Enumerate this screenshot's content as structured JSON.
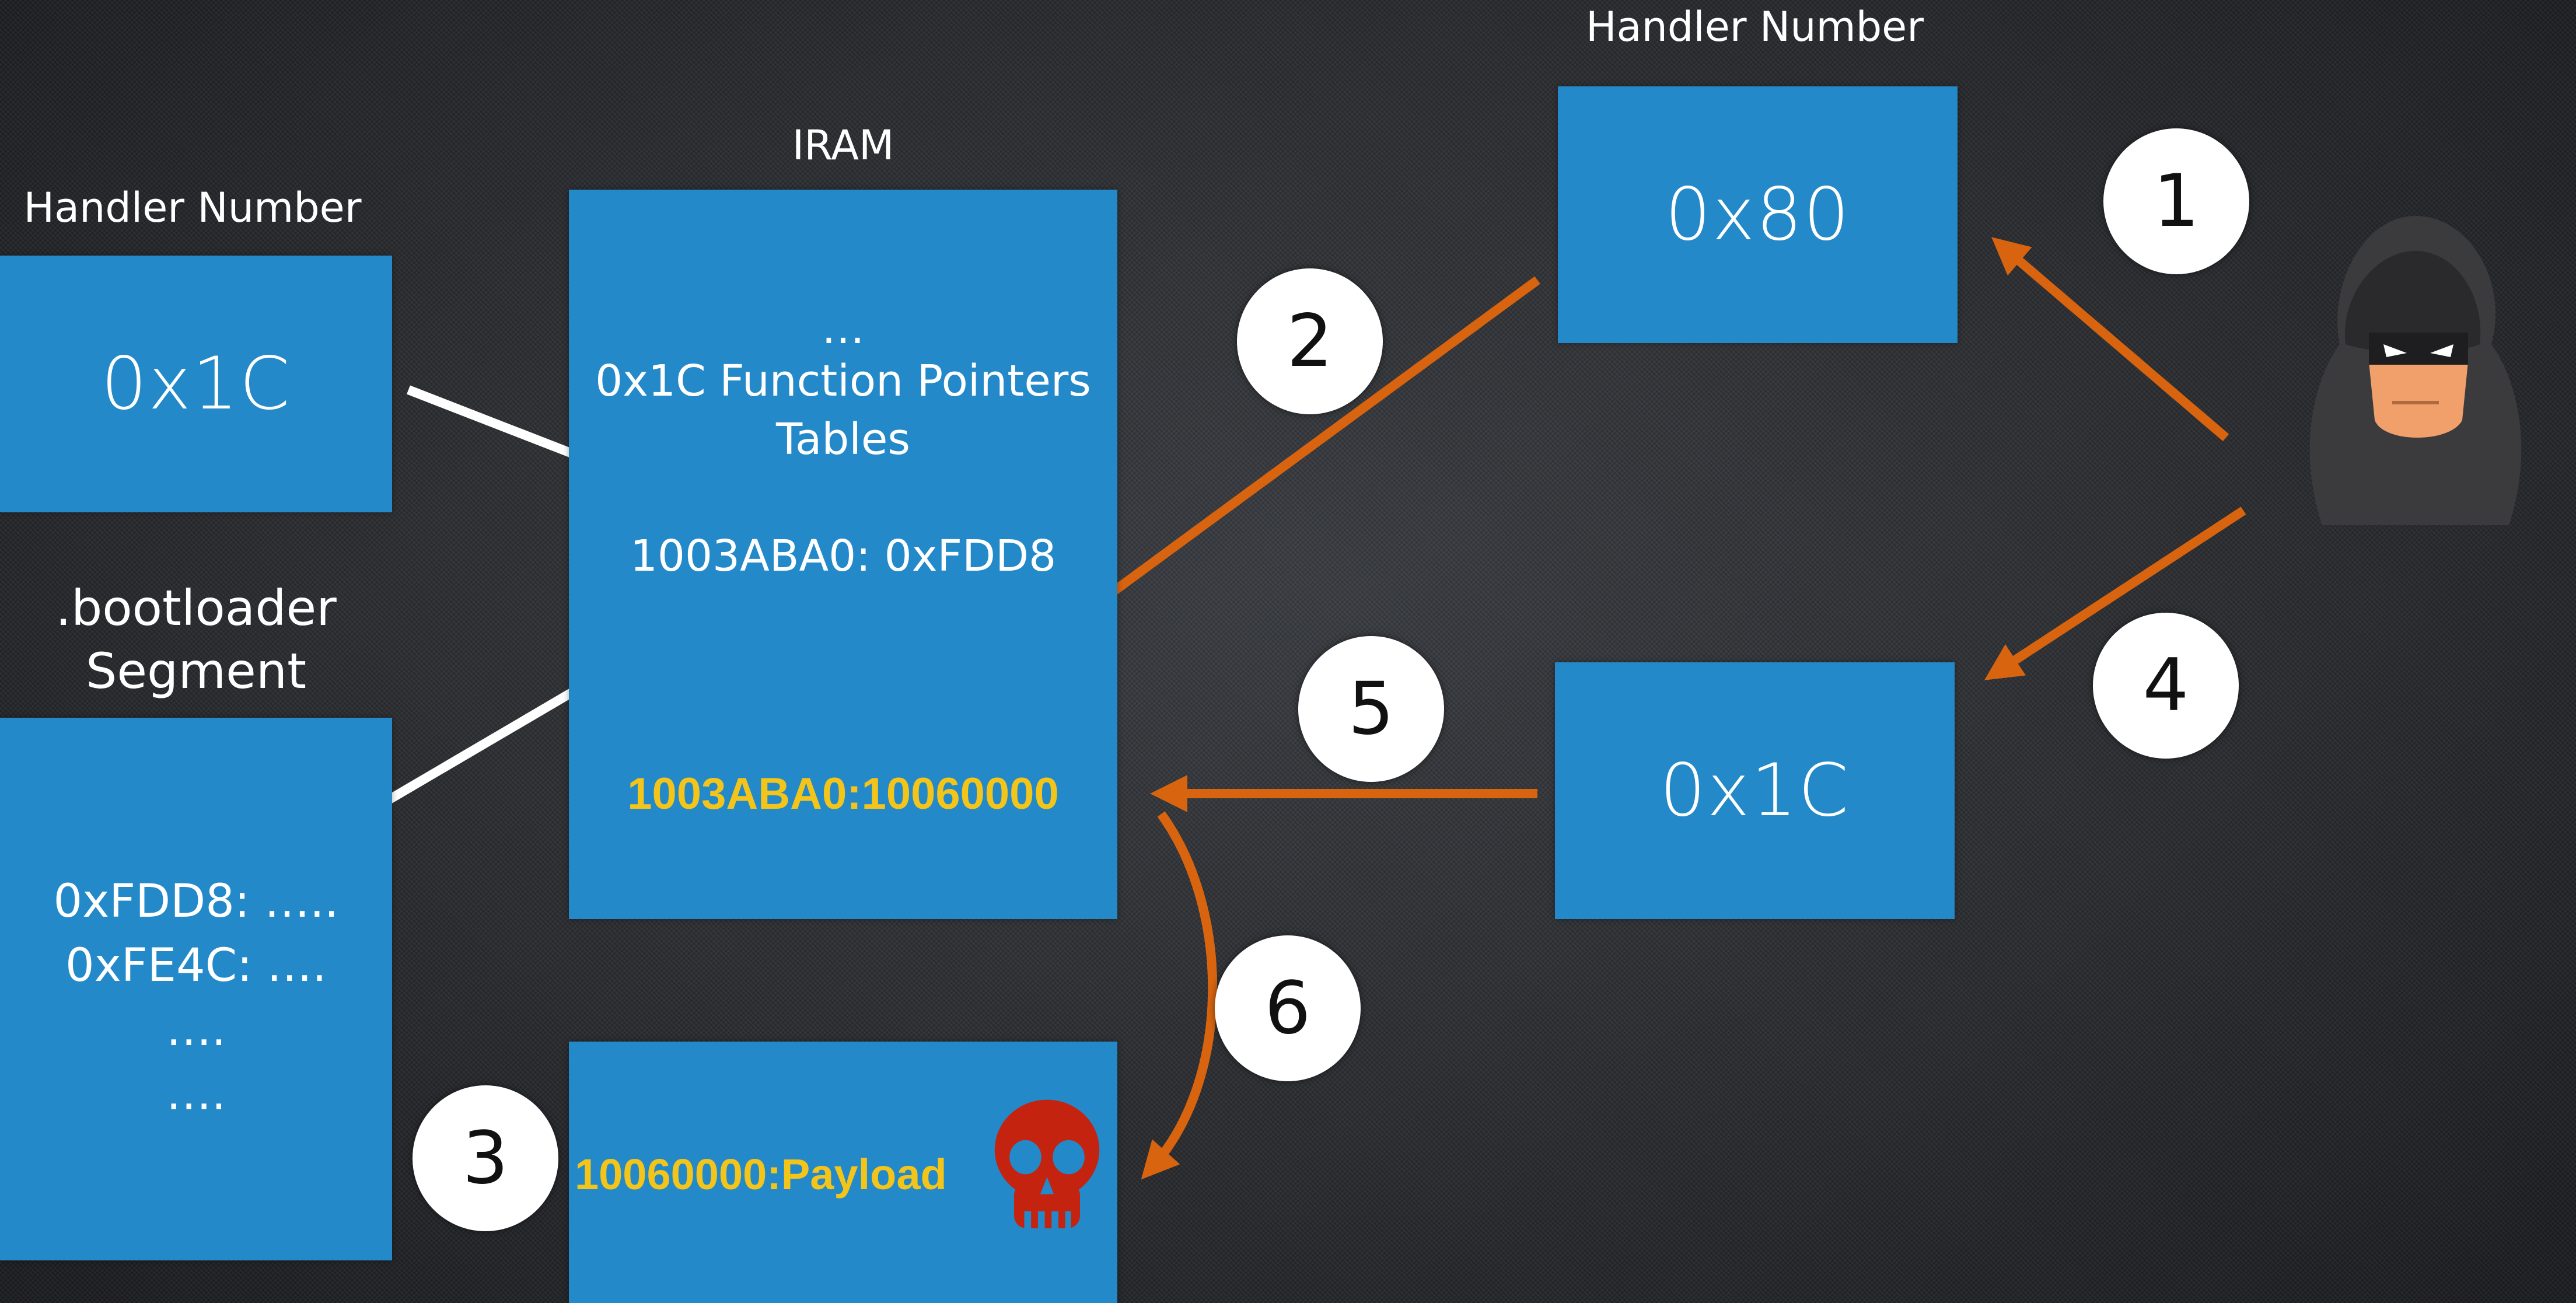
{
  "left": {
    "handler_label": "Handler Number",
    "handler_value": "0x1C",
    "segment_title_line1": ".bootloader",
    "segment_title_line2": "Segment",
    "segment_lines": [
      "0xFDD8: …..",
      "0xFE4C: ….",
      "….",
      "…."
    ]
  },
  "iram": {
    "title": "IRAM",
    "dots": "…",
    "table_line1": "0x1C Function Pointers",
    "table_line2": "Tables",
    "entry": "1003ABA0: 0xFDD8",
    "patched_entry": "1003ABA0:10060000",
    "payload": "10060000:Payload"
  },
  "right": {
    "handler_label": "Handler Number",
    "handler_value_top": "0x80",
    "handler_value_bottom": "0x1C"
  },
  "steps": [
    "1",
    "2",
    "3",
    "4",
    "5",
    "6"
  ],
  "icons": {
    "attacker": "hooded-attacker-icon",
    "skull": "skull-icon"
  },
  "colors": {
    "box": "#2389c9",
    "arrow_orange": "#d8640f",
    "arrow_white": "#ffffff",
    "highlight": "#f3c41a",
    "skull": "#c4230f"
  }
}
